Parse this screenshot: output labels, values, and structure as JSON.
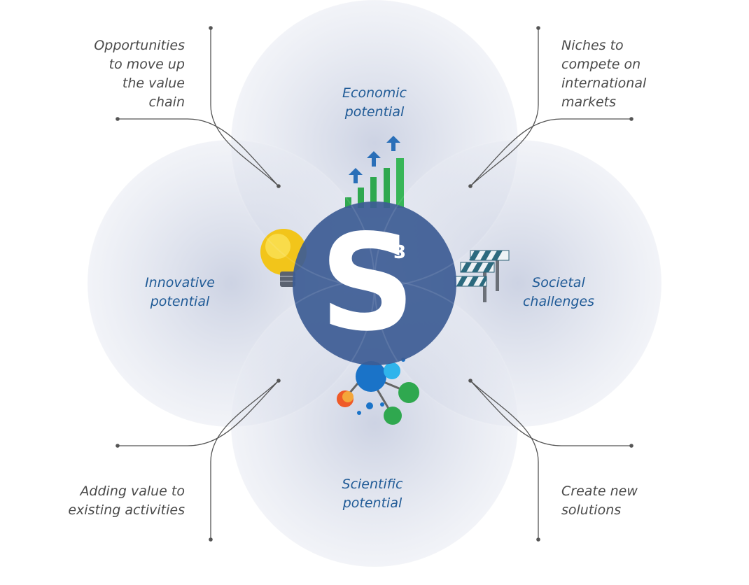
{
  "center": {
    "symbol": "S",
    "superscript": "3"
  },
  "petals": {
    "economic": [
      "Economic",
      "potential"
    ],
    "innovative": [
      "Innovative",
      "potential"
    ],
    "societal": [
      "Societal",
      "challenges"
    ],
    "scientific": [
      "Scientific",
      "potential"
    ]
  },
  "callouts": {
    "top_left": [
      "Opportunities",
      "to move up",
      "the value",
      "chain"
    ],
    "top_right": [
      "Niches to",
      "compete on",
      "international",
      "markets"
    ],
    "bottom_left": [
      "Adding value to",
      "existing activities"
    ],
    "bottom_right": [
      "Create new",
      "solutions"
    ]
  },
  "colors": {
    "petal": "#c9cfe0",
    "center": "#3d5d95",
    "petal_text": "#1f5a96",
    "callout_text": "#4a4a4a",
    "leader_line": "#555555"
  },
  "icons": [
    "bar-chart-arrows-icon",
    "light-bulb-icon",
    "road-barrier-icon",
    "molecule-icon"
  ]
}
